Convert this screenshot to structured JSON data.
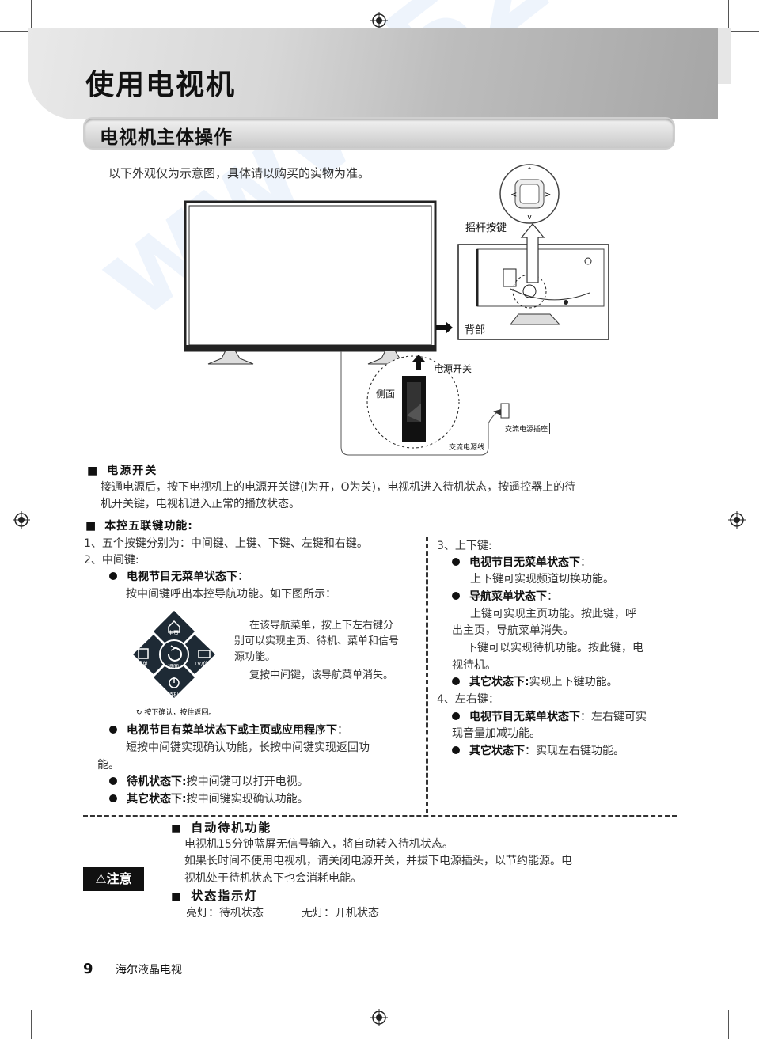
{
  "header": {
    "title": "使用电视机"
  },
  "section": {
    "title": "电视机主体操作"
  },
  "intro": "以下外观仅为示意图，具体请以购买的实物为准。",
  "figure": {
    "joystick_label": "摇杆按键",
    "back_label": "背部",
    "power_label": "电源开关",
    "side_label": "侧面",
    "socket_label": "交流电源插座",
    "cord_label": "交流电源线"
  },
  "power_section": {
    "title": "电源开关",
    "line1": "接通电源后，按下电视机上的电源开关键(I为开，O为关)，电视机进入待机状态，按遥控器上的待",
    "line2": "机开关键，电视机进入正常的播放状态。"
  },
  "five_key": {
    "title": "本控五联键功能:",
    "item1": "1、五个按键分别为：中间键、上键、下键、左键和右键。",
    "item2": "2、中间键:",
    "a_title": "电视节目无菜单状态下",
    "a_colon": "：",
    "a_text": "按中间键呼出本控导航功能。如下图所示：",
    "nav_home": "主页",
    "nav_menu": "菜单",
    "nav_back": "返回",
    "nav_tv": "TV/信源",
    "nav_standby": "待机",
    "nav_caption": "按下确认，按住返回。",
    "nav_desc1": "在该导航菜单，按上下左右键分",
    "nav_desc2": "别可以实现主页、待机、菜单和信号",
    "nav_desc3": "源功能。",
    "nav_desc4": "复按中间键，该导航菜单消失。",
    "b_title": "电视节目有菜单状态下或主页或应用程序下",
    "b_colon": "：",
    "b_text1": "短按中间键实现确认功能，长按中间键实现返回功",
    "b_text2": "能。",
    "c_title": "待机状态下:",
    "c_text": "按中间键可以打开电视。",
    "d_title": "其它状态下:",
    "d_text": "按中间键实现确认功能。"
  },
  "right_col": {
    "item3": "3、上下键:",
    "r1_title": "电视节目无菜单状态下",
    "r1_colon": "：",
    "r1_text": "上下键可实现频道切换功能。",
    "r2_title": "导航菜单状态下",
    "r2_colon": "：",
    "r2_text1": "上键可实现主页功能。按此键，呼",
    "r2_text2": "出主页，导航菜单消失。",
    "r2_text3": "下键可以实现待机功能。按此键，电",
    "r2_text4": "视待机。",
    "r3_title": "其它状态下:",
    "r3_text": "实现上下键功能。",
    "item4": "4、左右键：",
    "r4_title": "电视节目无菜单状态下",
    "r4_text1": "：左右键可实",
    "r4_text2": "现音量加减功能。",
    "r5_title": "其它状态下",
    "r5_text": "：实现左右键功能。"
  },
  "notice": {
    "badge": "⚠注意",
    "auto_title": "自动待机功能",
    "auto_l1": "电视机15分钟蓝屏无信号输入，将自动转入待机状态。",
    "auto_l2": "如果长时间不使用电视机，请关闭电源开关，并拔下电源插头，以节约能源。电",
    "auto_l3": "视机处于待机状态下也会消耗电能。",
    "led_title": "状态指示灯",
    "led_on": "亮灯：待机状态",
    "led_off": "无灯：开机状态"
  },
  "footer": {
    "page_number": "9",
    "brand": "海尔液晶电视"
  },
  "watermark": "www.520101.com"
}
